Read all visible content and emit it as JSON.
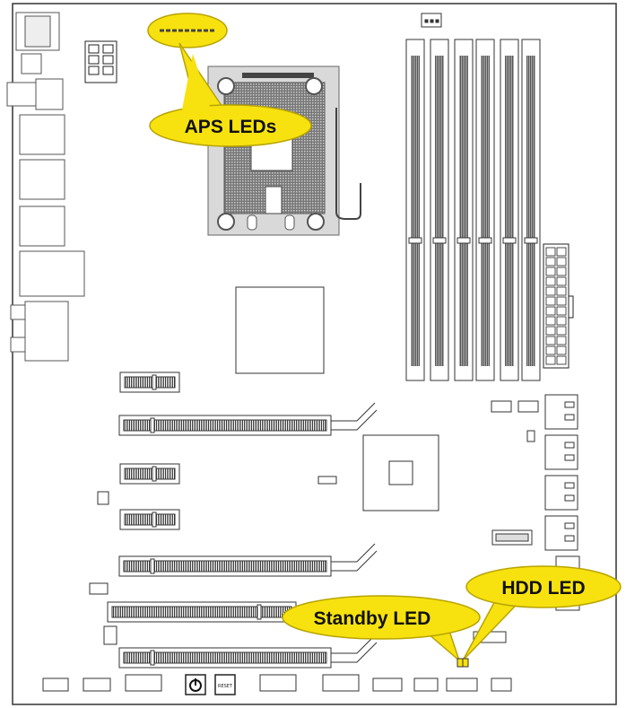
{
  "diagram": {
    "callouts": {
      "aps": "APS LEDs",
      "hdd": "HDD LED",
      "standby": "Standby LED"
    },
    "buttons": {
      "power_icon": "power-icon",
      "reset": "RESET"
    },
    "colors": {
      "callout_fill": "#f7e20f",
      "callout_stroke": "#b8a400",
      "board_outline": "#333333",
      "socket_fill": "#d9d9d9",
      "dimm_fill": "#8c8c8c"
    }
  }
}
